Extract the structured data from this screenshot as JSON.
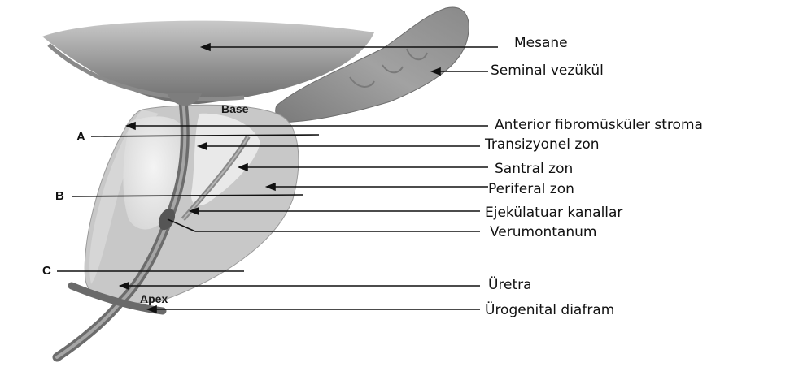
{
  "diagram": {
    "labels": {
      "mesane": "Mesane",
      "seminal_vezukul": "Seminal vezükül",
      "anterior_fibromuskuler_stroma": "Anterior fibromüsküler stroma",
      "transizyonel_zon": "Transizyonel zon",
      "santral_zon": "Santral zon",
      "periferal_zon": "Periferal zon",
      "ejekulatuar_kanallar": "Ejekülatuar kanallar",
      "verumontanum": "Verumontanum",
      "uretra": "Üretra",
      "urogenital_diafram": "Ürogenital diafram"
    },
    "inner_labels": {
      "base": "Base",
      "apex": "Apex"
    },
    "section_letters": {
      "a": "A",
      "b": "B",
      "c": "C"
    }
  }
}
